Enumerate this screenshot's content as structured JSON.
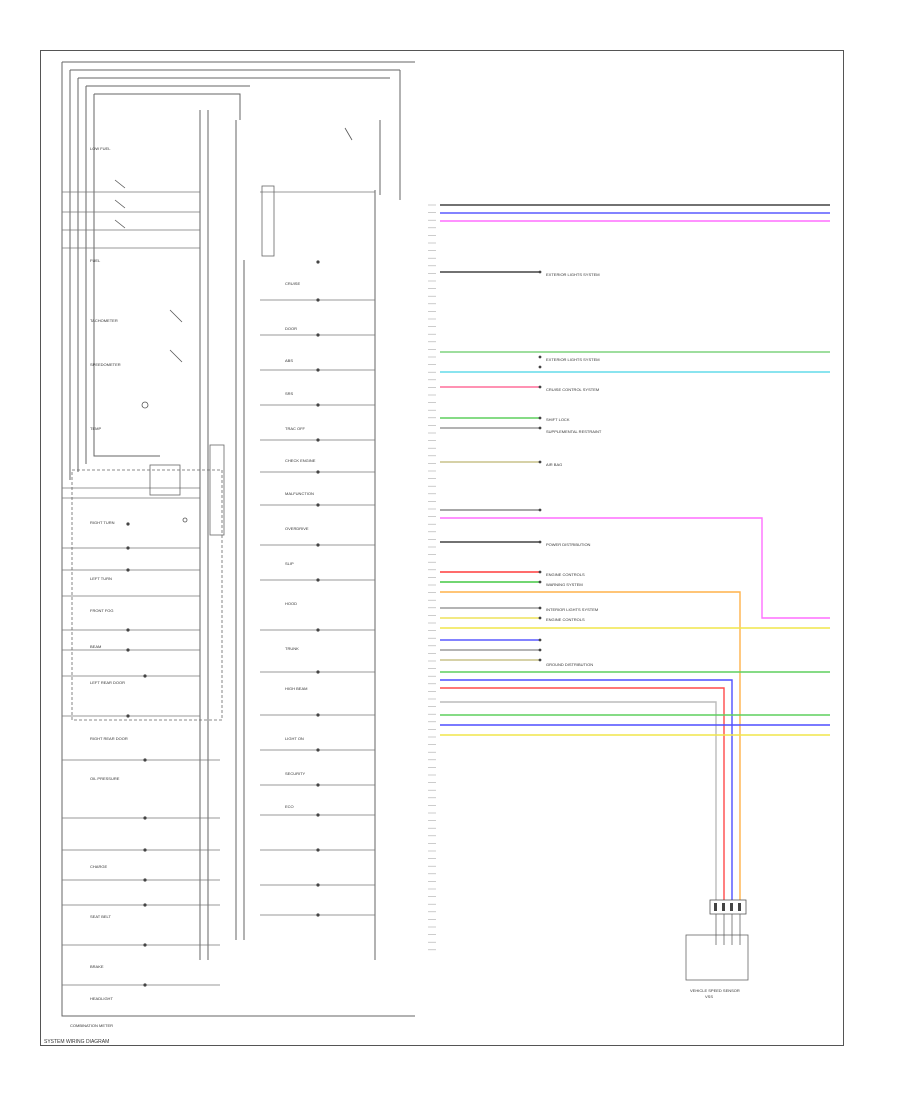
{
  "diagram": {
    "frame_label": "SYSTEM WIRING DIAGRAM",
    "cluster_label": "COMBINATION METER",
    "sensor_label_1": "VEHICLE SPEED SENSOR",
    "sensor_label_2": "VSS"
  },
  "left_labels": [
    "LOW FUEL",
    "FUEL",
    "TACHOMETER",
    "SPEEDOMETER",
    "TEMP",
    "RIGHT TURN",
    "LEFT TURN",
    "FRONT FOG",
    "BEAM",
    "LEFT REAR DOOR",
    "RIGHT REAR DOOR",
    "OIL PRESSURE",
    "CHARGE",
    "SEAT BELT",
    "BRAKE",
    "HEADLIGHT"
  ],
  "mid_labels": [
    "CRUISE",
    "DOOR",
    "ABS",
    "SRS",
    "TRAC OFF",
    "CHECK ENGINE",
    "MALFUNCTION",
    "OVERDRIVE",
    "SLIP",
    "HOOD",
    "TRUNK",
    "HIGH BEAM",
    "LIGHT ON",
    "SECURITY",
    "ECO"
  ],
  "right_wires": [
    {
      "label": "EXTERIOR LIGHTS SYSTEM",
      "color": "#3a3a3a"
    },
    {
      "label": "EXTERIOR LIGHTS SYSTEM",
      "color": "#7fd37f"
    },
    {
      "label": "CRUISE CONTROL SYSTEM",
      "color": "#ff6f9a"
    },
    {
      "label": "SHIFT LOCK",
      "color": "#5ecf5e"
    },
    {
      "label": "AIR BAG",
      "color": "#c9c28a"
    },
    {
      "label": "SUPPLEMENTAL RESTRAINT",
      "color": "#8a8a8a"
    },
    {
      "label": "POWER DISTRIBUTION",
      "color": "#3a3a3a"
    },
    {
      "label": "ENGINE CONTROLS",
      "color": "#ff3b3b"
    },
    {
      "label": "WARNING SYSTEM",
      "color": "#44c944"
    },
    {
      "label": "INTERIOR LIGHTS SYSTEM",
      "color": "#9b9b9b"
    },
    {
      "label": "ENGINE CONTROLS",
      "color": "#eee25a"
    },
    {
      "label": "GROUND DISTRIBUTION",
      "color": "#5a5aff"
    }
  ],
  "colors": {
    "pink": "#ff6fff",
    "cyan": "#63dcea",
    "orange": "#ffb24a",
    "blue": "#4f4fff",
    "red": "#ff4a4a",
    "green": "#5fcf5f",
    "yellow": "#f0e64a"
  }
}
